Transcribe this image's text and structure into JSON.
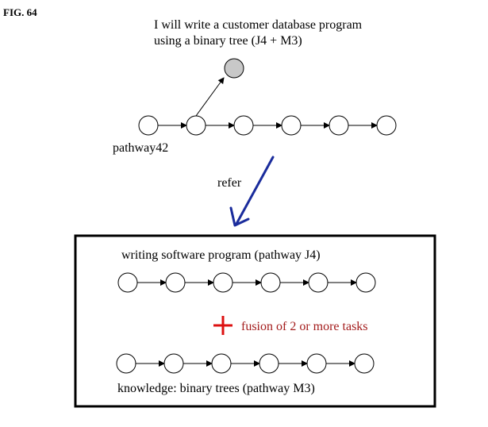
{
  "figure_label": "FIG. 64",
  "goal": {
    "line1": "I will write a customer database program",
    "line2": "using a binary tree (J4 + M3)"
  },
  "pathway_top": {
    "label": "pathway42",
    "node_count": 6,
    "branch_from_node": 2
  },
  "refer_label": "refer",
  "box": {
    "software_title": "writing software program (pathway J4)",
    "software_node_count": 6,
    "fusion_symbol": "+",
    "fusion_label": "fusion of 2 or more tasks",
    "knowledge_label": "knowledge: binary trees (pathway M3)",
    "knowledge_node_count": 6
  },
  "colors": {
    "node_fill": "#ffffff",
    "goal_node_fill": "#c8c8c8",
    "refer_arrow": "#1a2c9c",
    "fusion_plus": "#dd1111",
    "fusion_text": "#a31b1b"
  }
}
